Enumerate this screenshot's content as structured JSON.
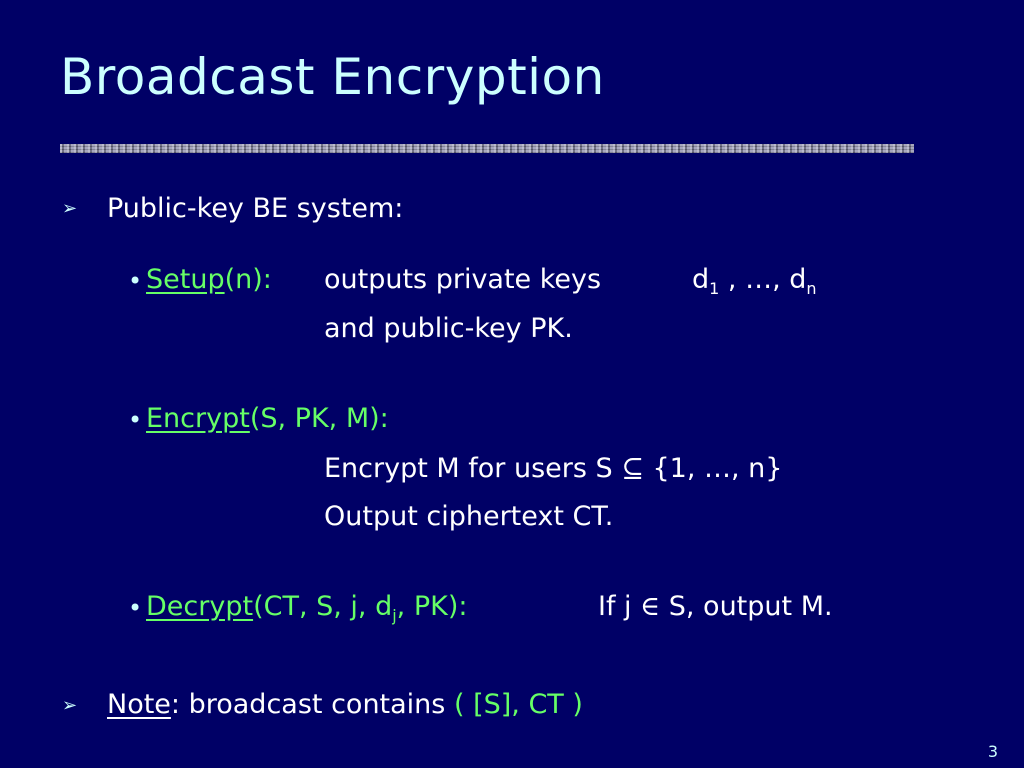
{
  "slide": {
    "title": "Broadcast Encryption",
    "page_number": "3"
  },
  "bullet1": {
    "marker": "➢",
    "text": "Public-key BE system:"
  },
  "setup": {
    "bullet": "•",
    "name": "Setup",
    "args": "(n):",
    "desc1": "outputs private keys",
    "d1": "d",
    "d1_sub": "1",
    "mid": ", …,",
    "dn": "d",
    "dn_sub": "n",
    "desc2": "and public-key   PK."
  },
  "encrypt": {
    "bullet": "•",
    "name": "Encrypt",
    "args": "(S, PK, M):",
    "line1_a": "Encrypt  M  for users  S",
    "subset_symbol": "⊆",
    "line1_b": "{1, …, n}",
    "line2": "Output ciphertext  CT."
  },
  "decrypt": {
    "bullet": "•",
    "name": "Decrypt",
    "args_a": "(CT, S, j, d",
    "args_sub": "j",
    "args_b": ", PK):",
    "cond_a": "If  j",
    "elem_symbol": "∈",
    "cond_b": "S,   output  M."
  },
  "note": {
    "marker": "➢",
    "label": "Note",
    "text": ":  broadcast contains",
    "tuple": "( [S],  CT )"
  },
  "colors": {
    "background": "#000066",
    "title": "#ccffff",
    "highlight": "#66ff66",
    "text": "#ffffff"
  }
}
